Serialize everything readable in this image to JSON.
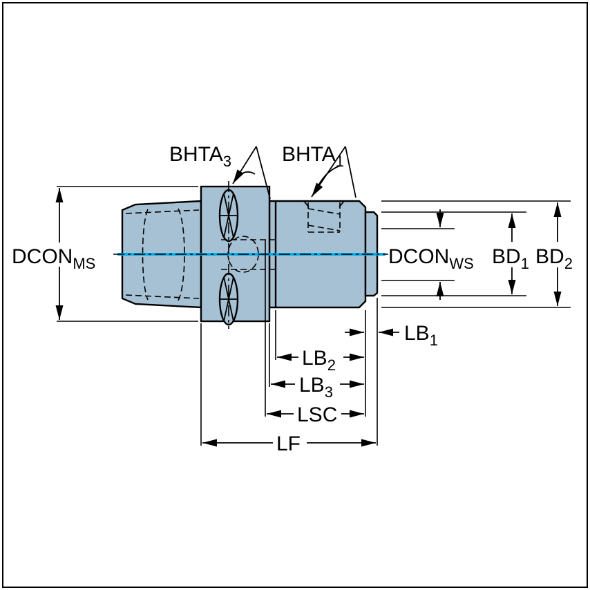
{
  "drawing": {
    "description": "Adapter coupling cross-section dimension drawing",
    "colors": {
      "body_fill": "#A7C1D4",
      "outline": "#000000",
      "centerline_cyan": "#00AEEF",
      "background": "#FFFFFF"
    },
    "labels": {
      "bhta3": {
        "main": "BHTA",
        "sub": "3"
      },
      "bhta1": {
        "main": "BHTA",
        "sub": "1"
      },
      "dcon_ms": {
        "main": "DCON",
        "sub": "MS"
      },
      "dcon_ws": {
        "main": "DCON",
        "sub": "WS"
      },
      "bd1": {
        "main": "BD",
        "sub": "1"
      },
      "bd2": {
        "main": "BD",
        "sub": "2"
      },
      "lb1": {
        "main": "LB",
        "sub": "1"
      },
      "lb2": {
        "main": "LB",
        "sub": "2"
      },
      "lb3": {
        "main": "LB",
        "sub": "3"
      },
      "lsc": {
        "main": "LSC",
        "sub": ""
      },
      "lf": {
        "main": "LF",
        "sub": ""
      }
    }
  }
}
